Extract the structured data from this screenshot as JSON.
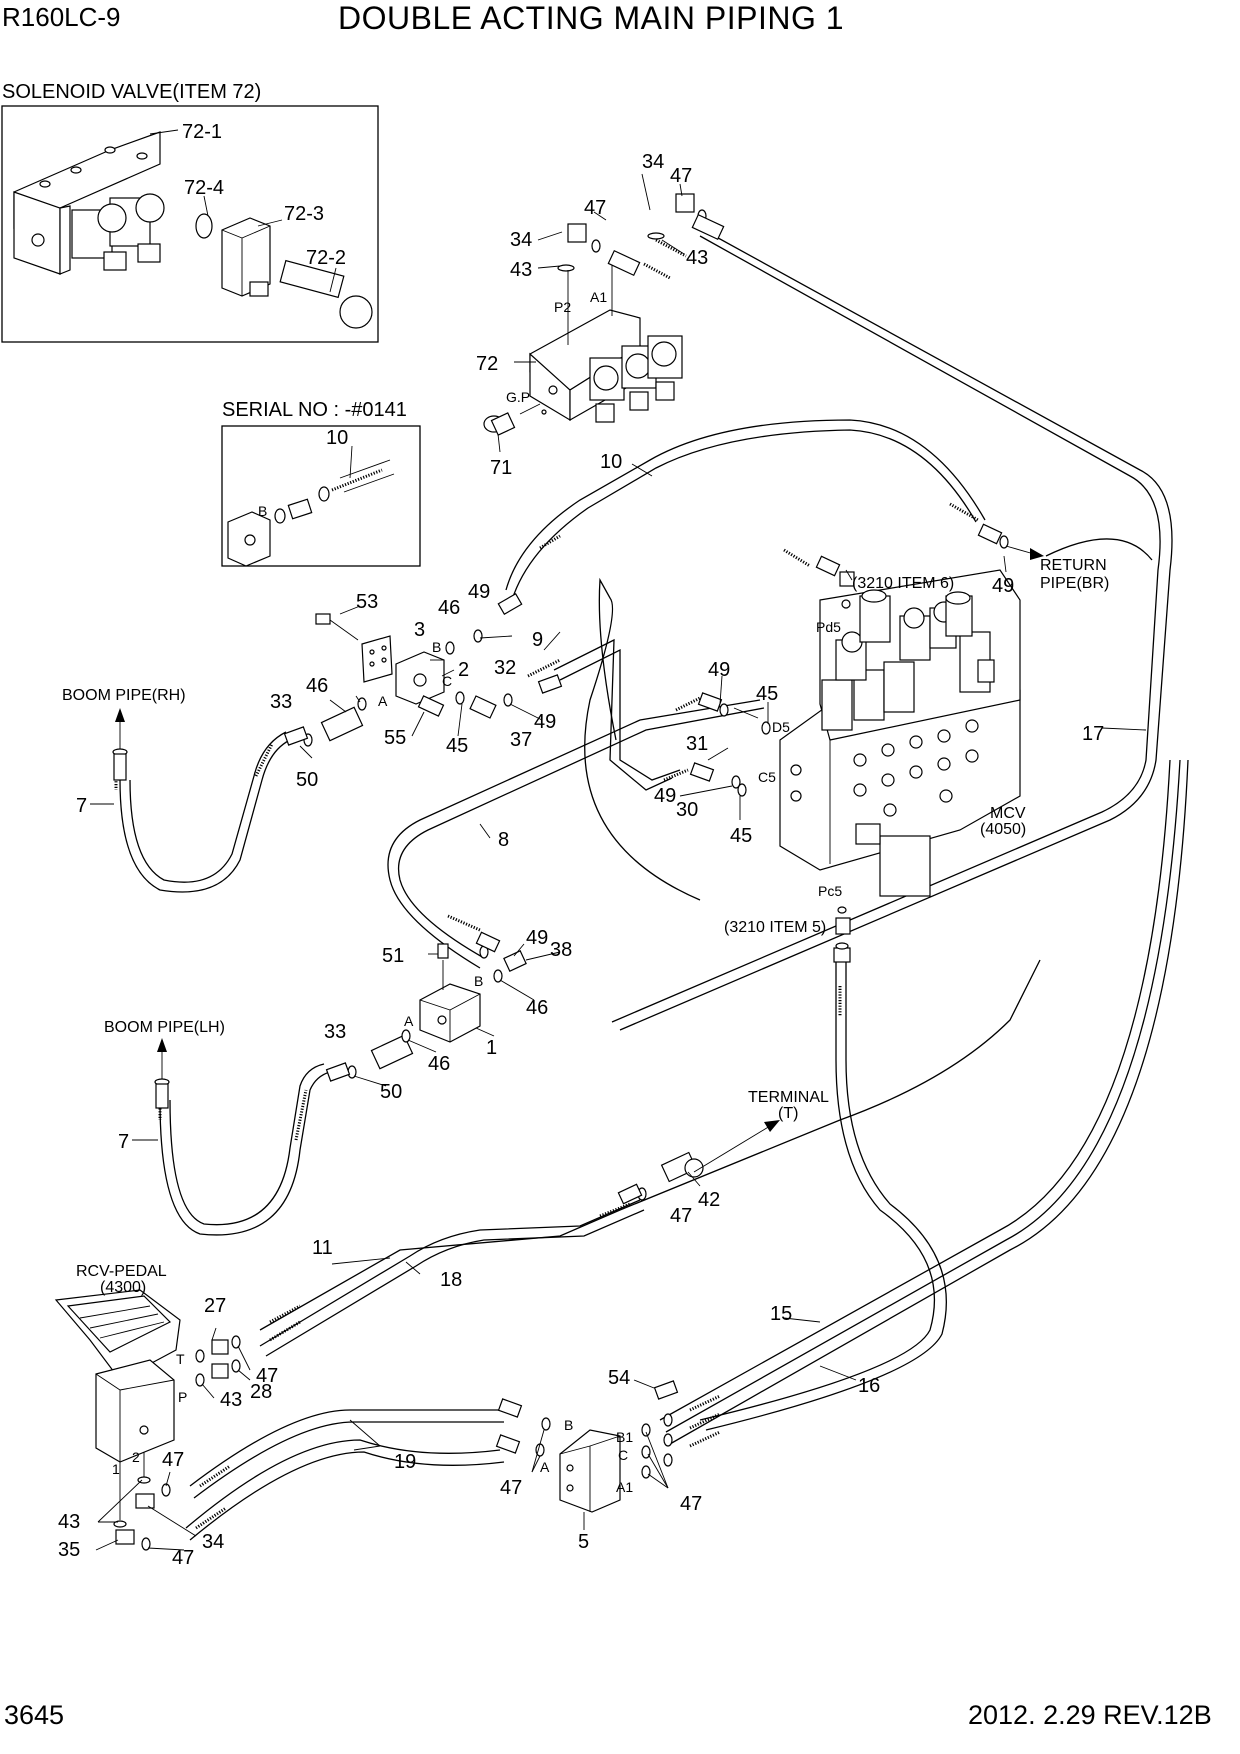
{
  "header": {
    "model": "R160LC-9",
    "title": "DOUBLE ACTING MAIN PIPING 1"
  },
  "footer": {
    "page_number": "3645",
    "date_revision": "2012. 2.29  REV.12B"
  },
  "insets": {
    "solenoid_valve": {
      "title": "SOLENOID VALVE(ITEM 72)",
      "callouts": [
        "72-1",
        "72-4",
        "72-3",
        "72-2"
      ]
    },
    "serial": {
      "title": "SERIAL NO : -#0141",
      "callouts": [
        "10"
      ],
      "port_label": "B"
    }
  },
  "annotations": {
    "boom_pipe_rh": "BOOM PIPE(RH)",
    "boom_pipe_lh": "BOOM PIPE(LH)",
    "return_pipe_1": "RETURN",
    "return_pipe_2": "PIPE(BR)",
    "item_3210_6": "(3210 ITEM 6)",
    "item_3210_5": "(3210 ITEM 5)",
    "mcv_1": "MCV",
    "mcv_2": "(4050)",
    "terminal_1": "TERMINAL",
    "terminal_2": "(T)",
    "rcv_pedal_1": "RCV-PEDAL",
    "rcv_pedal_2": "(4300)"
  },
  "ports": [
    "P2",
    "A1",
    "G.P",
    "Pd5",
    "B",
    "C",
    "A",
    "D5",
    "C5",
    "Pc5",
    "B",
    "A",
    "T",
    "P",
    "1",
    "2",
    "B",
    "A",
    "B1",
    "C",
    "A1"
  ],
  "callouts": {
    "c34a": "34",
    "c47a": "47",
    "c47b": "47",
    "c34b": "34",
    "c43a": "43",
    "c43b": "43",
    "c72": "72",
    "c71": "71",
    "c10": "10",
    "c49a": "49",
    "c53": "53",
    "c46a": "46",
    "c49b": "49",
    "c3": "3",
    "c2": "2",
    "c32": "32",
    "c9": "9",
    "c49c": "49",
    "c45a": "45",
    "c46b": "46",
    "c33a": "33",
    "c55": "55",
    "c45b": "45",
    "c37": "37",
    "c49d": "49",
    "c31": "31",
    "c50a": "50",
    "c7a": "7",
    "c49e": "49",
    "c30": "30",
    "c45c": "45",
    "c8": "8",
    "c17": "17",
    "c51": "51",
    "c49f": "49",
    "c38": "38",
    "c46c": "46",
    "c33b": "33",
    "c1": "1",
    "c46d": "46",
    "c50b": "50",
    "c7b": "7",
    "c42": "42",
    "c47c": "47",
    "c11": "11",
    "c18": "18",
    "c27": "27",
    "c47d": "47",
    "c28": "28",
    "c43c": "43",
    "c15": "15",
    "c16": "16",
    "c54": "54",
    "c19": "19",
    "c47e": "47",
    "c47f": "47",
    "c47g": "47",
    "c5": "5",
    "c43d": "43",
    "c35": "35",
    "c34c": "34",
    "c47h": "47"
  }
}
